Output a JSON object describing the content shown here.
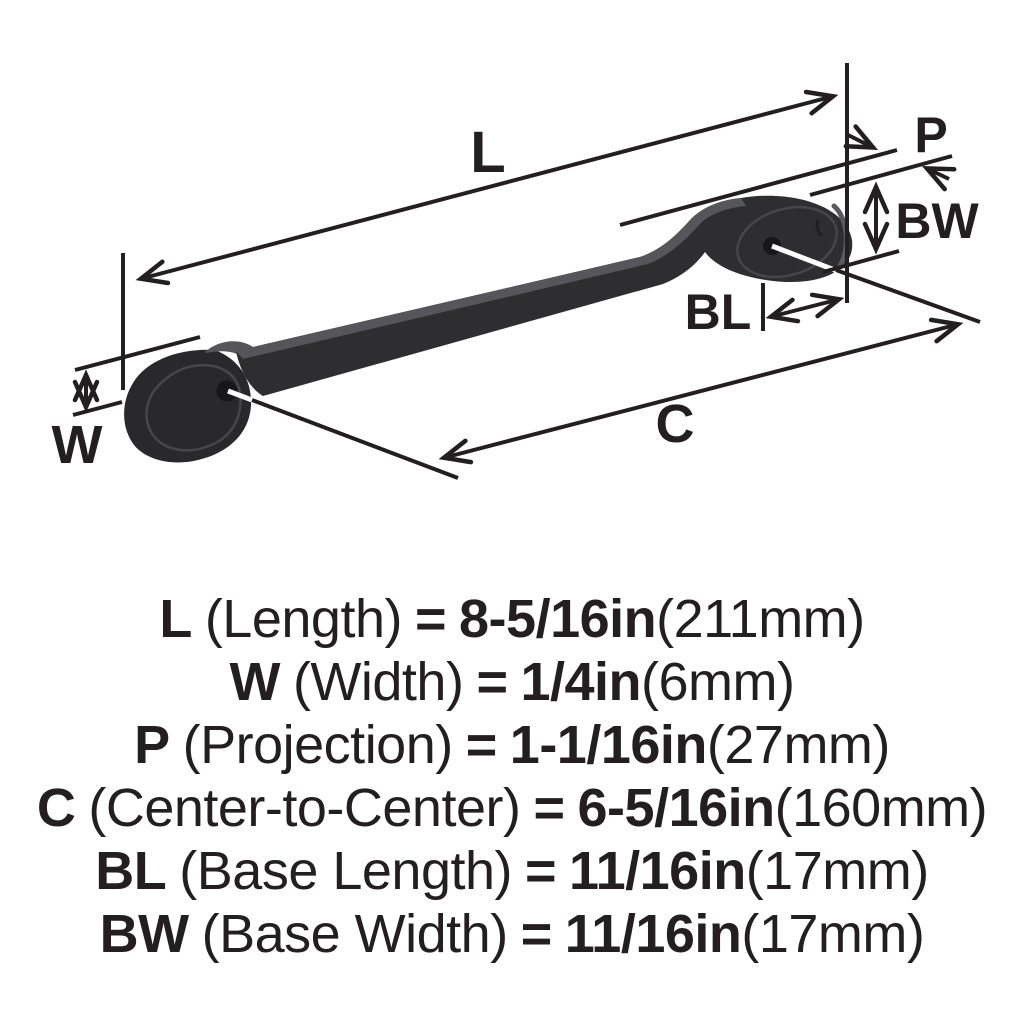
{
  "diagram": {
    "labels": {
      "L": "L",
      "W": "W",
      "P": "P",
      "C": "C",
      "BL": "BL",
      "BW": "BW"
    },
    "colors": {
      "handle": "#2e2e30",
      "handle_shadow": "#29292b",
      "handle_highlight": "#55555a",
      "line": "#231f20",
      "text": "#231f20",
      "background": "#ffffff"
    }
  },
  "specs": [
    {
      "abbr": "L",
      "name": "(Length)",
      "eq": "=",
      "value": "8-5/16in",
      "metric": "(211mm)"
    },
    {
      "abbr": "W",
      "name": "(Width)",
      "eq": "=",
      "value": "1/4in",
      "metric": "(6mm)"
    },
    {
      "abbr": "P",
      "name": "(Projection)",
      "eq": "=",
      "value": "1-1/16in",
      "metric": "(27mm)"
    },
    {
      "abbr": "C",
      "name": "(Center-to-Center)",
      "eq": "=",
      "value": "6-5/16in",
      "metric": "(160mm)"
    },
    {
      "abbr": "BL",
      "name": "(Base Length)",
      "eq": "=",
      "value": "11/16in",
      "metric": "(17mm)"
    },
    {
      "abbr": "BW",
      "name": "(Base Width)",
      "eq": "=",
      "value": "11/16in",
      "metric": "(17mm)"
    }
  ]
}
